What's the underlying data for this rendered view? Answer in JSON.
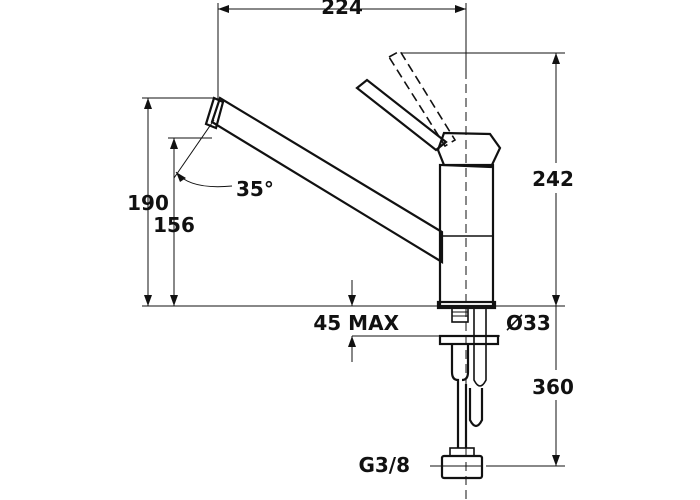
{
  "diagram": {
    "colors": {
      "ink": "#111111",
      "background": "#ffffff"
    },
    "dimensions": {
      "overall_width": "224",
      "overall_height": "242",
      "spout_height": "190",
      "spout_outlet_height": "156",
      "spout_angle": "35°",
      "max_deck_thickness": "45 MAX",
      "body_diameter": "Ø33",
      "hose_length": "360",
      "connection_thread": "G3/8"
    }
  }
}
